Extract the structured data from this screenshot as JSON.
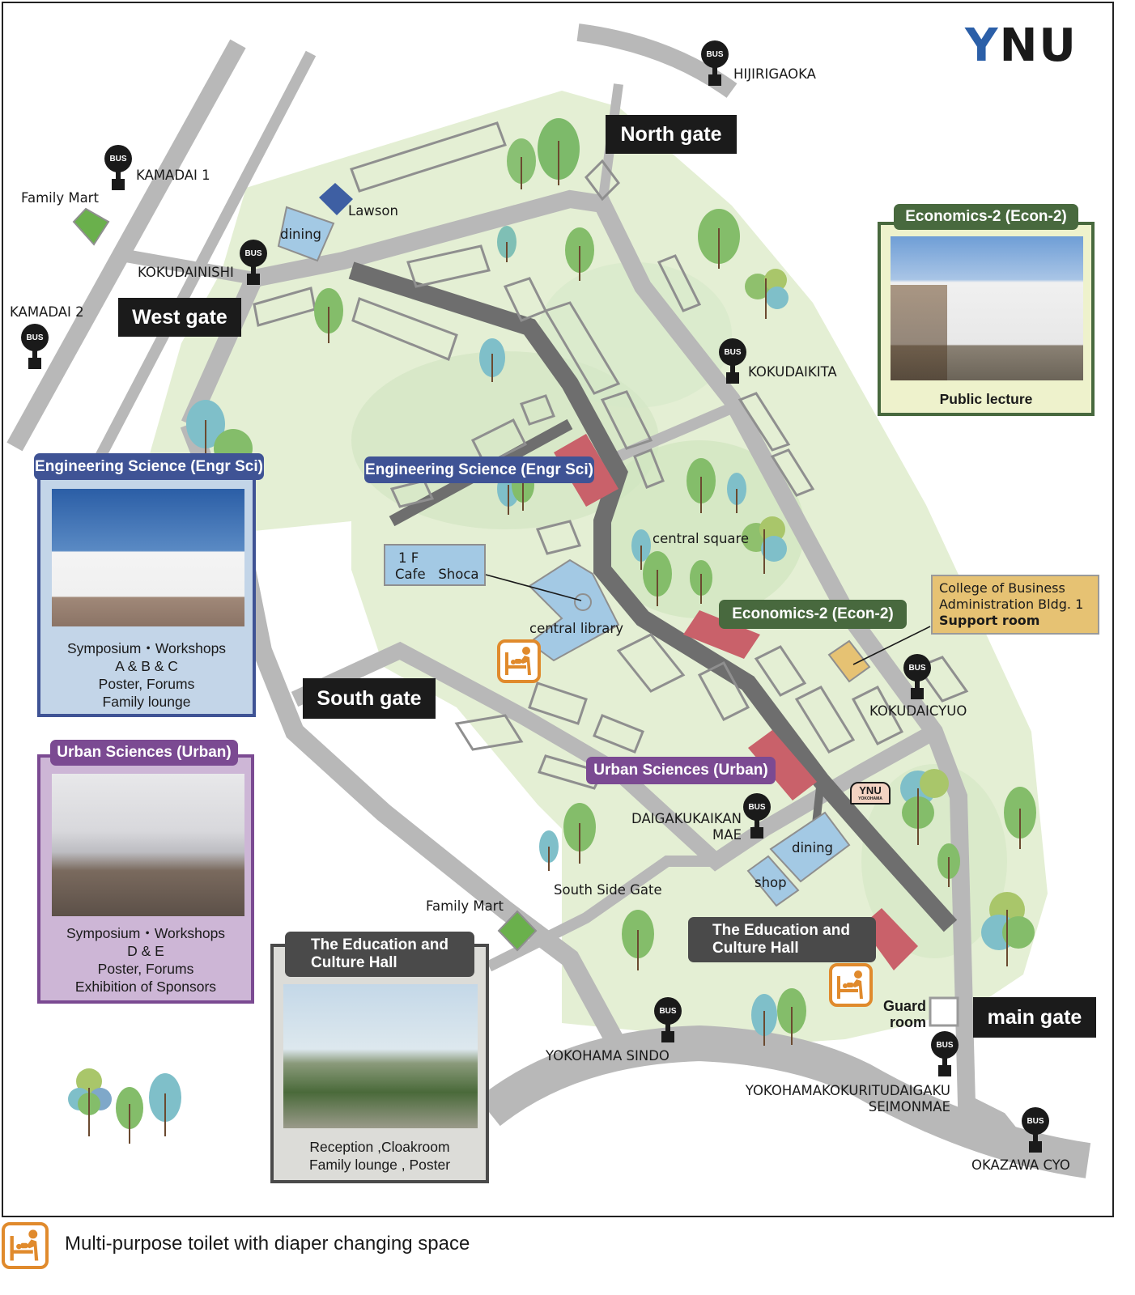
{
  "logo": {
    "letters": [
      "Y",
      "NU"
    ],
    "colors": {
      "Y": "#2b5fa8",
      "NU": "#1a1a1a"
    }
  },
  "gates": {
    "north": "North gate",
    "west": "West gate",
    "south": "South gate",
    "main": "main gate"
  },
  "bus_stops": [
    {
      "name": "HIJIRIGAOKA",
      "icon_label": "BUS"
    },
    {
      "name": "KAMADAI 1",
      "icon_label": "BUS"
    },
    {
      "name": "KOKUDAINISHI",
      "icon_label": "BUS"
    },
    {
      "name": "KAMADAI 2",
      "icon_label": "BUS"
    },
    {
      "name": "KOKUDAIKITA",
      "icon_label": "BUS"
    },
    {
      "name": "KOKUDAICYUO",
      "icon_label": "BUS"
    },
    {
      "name_line1": "DAIGAKUKAIKAN",
      "name_line2": "MAE",
      "icon_label": "BUS"
    },
    {
      "name": "YOKOHAMA SINDO",
      "icon_label": "BUS"
    },
    {
      "name_line1": "YOKOHAMAKOKURITUDAIGAKU",
      "name_line2": "SEIMONMAE",
      "icon_label": "BUS"
    },
    {
      "name": "OKAZAWA CYO",
      "icon_label": "BUS"
    }
  ],
  "places": {
    "family_mart_north": "Family Mart",
    "family_mart_south": "Family Mart",
    "lawson": "Lawson",
    "dining_north": "dining",
    "dining_south": "dining",
    "shop": "shop",
    "cafe_line1": "1 F",
    "cafe_line2": "Cafe   Shoca",
    "central_library": "central library",
    "central_square": "central square",
    "south_side_gate": "South Side Gate",
    "guard_room_line1": "Guard",
    "guard_room_line2": "room",
    "ynu_badge": "YNU",
    "ynu_badge_sub": "YOKOHAMA"
  },
  "map_labels": {
    "engr_sci": "Engineering Science (Engr Sci)",
    "econ2": "Economics-2 (Econ-2)",
    "urban": "Urban Sciences (Urban)",
    "edu_hall_line1": "The Education and",
    "edu_hall_line2": "Culture Hall",
    "support_room_line1": "College of Business",
    "support_room_line2": "Administration Bldg. 1",
    "support_room_line3": "Support room"
  },
  "cards": {
    "engr_sci": {
      "title": "Engineering Science (Engr Sci)",
      "lines": [
        "Symposium・Workshops",
        "A & B & C",
        "Poster, Forums",
        "Family lounge"
      ],
      "color": "#3f5395",
      "bg": "#c3d5e8"
    },
    "urban": {
      "title": "Urban Sciences (Urban)",
      "lines": [
        "Symposium・Workshops",
        "D & E",
        "Poster, Forums",
        "Exhibition of Sponsors"
      ],
      "color": "#7b4a92",
      "bg": "#cdb6d6"
    },
    "econ2": {
      "title": "Economics-2 (Econ-2)",
      "lines": [
        "Public lecture"
      ],
      "color": "#48693e",
      "bg": "#eef2cc"
    },
    "edu_hall": {
      "title_line1": "The Education and",
      "title_line2": "Culture Hall",
      "lines": [
        "Reception ,Cloakroom",
        "Family lounge , Poster"
      ],
      "color": "#4a4a4a",
      "bg": "#dcdcd8"
    }
  },
  "legend": {
    "icon": "diaper-changing-icon",
    "text": "Multi-purpose toilet with diaper changing space",
    "color": "#e08a2c"
  },
  "colors": {
    "campus": "#e4efd4",
    "road_light": "#b5b5b5",
    "road_dark": "#6e6e6e",
    "venue_building": "#c9616a",
    "facility": "#a3c9e4",
    "convenience": "#6ab04c",
    "lawson": "#3e5fa3",
    "support": "#e6c273"
  }
}
